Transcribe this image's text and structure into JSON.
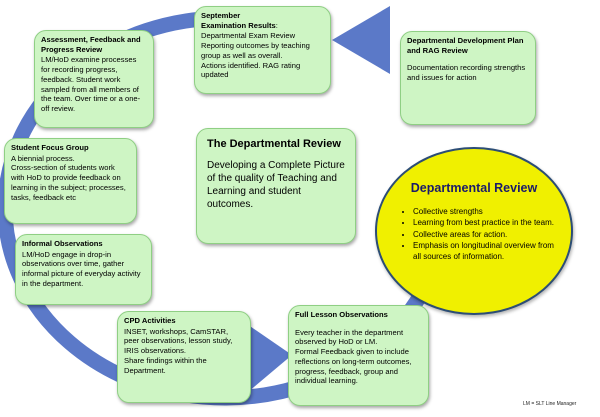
{
  "colors": {
    "box_fill": "#cef5c4",
    "box_border": "#8fcf84",
    "arrow": "#5b79c8",
    "circle_fill": "#f0f000",
    "circle_border": "#2c4d75"
  },
  "boxes": {
    "september": {
      "title": "September\nExamination Results",
      "title_suffix": ":",
      "body": "Departmental Exam Review\nReporting outcomes by teaching group as well as overall.\nActions identified. RAG rating updated"
    },
    "development": {
      "title": "Departmental Development Plan and RAG Review",
      "body": "Documentation recording strengths and issues for action"
    },
    "assessment": {
      "title": "Assessment, Feedback and Progress Review",
      "body": "LM/HoD examine processes for recording progress, feedback. Student work sampled from all members of the team.  Over time or a one-off review."
    },
    "focus_group": {
      "title": "Student Focus Group",
      "body": "A biennial process.\nCross-section of students work with HoD to provide feedback on learning in the subject; processes, tasks, feedback etc"
    },
    "informal": {
      "title": "Informal Observations",
      "body": "LM/HoD engage in drop-in observations over time, gather informal picture of everyday activity in the department."
    },
    "cpd": {
      "title": "CPD Activities",
      "body": "INSET, workshops, CamSTAR, peer observations, lesson study, IRIS observations.\nShare findings within the Department."
    },
    "full_lesson": {
      "title": "Full Lesson Observations",
      "body": "Every teacher in the department observed by HoD or LM.\nFormal Feedback given to include reflections on long-term outcomes, progress, feedback, group and individual learning."
    },
    "centre": {
      "title": "The Departmental Review",
      "body": "Developing a Complete Picture of the quality of Teaching and Learning and student outcomes."
    }
  },
  "circle": {
    "title": "Departmental Review",
    "bullets": [
      "Collective strengths",
      "Learning from best practice in the team.",
      "Collective areas for action.",
      "Emphasis on longitudinal overview from all sources of information."
    ]
  },
  "footnote": "LM = SLT Line Manager"
}
